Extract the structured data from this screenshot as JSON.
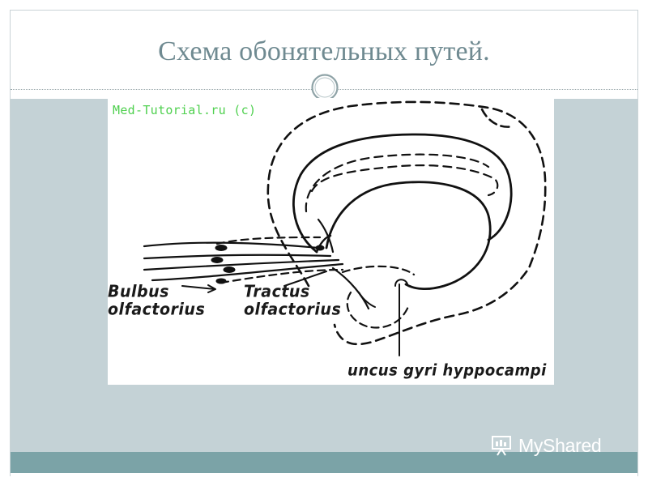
{
  "slide": {
    "title": "Схема обонятельных путей."
  },
  "diagram": {
    "watermark": "Med-Tutorial.ru (c)",
    "labels": {
      "bulbus_line1": "Bulbus",
      "bulbus_line2": "olfactorius",
      "tractus_line1": "Tractus",
      "tractus_line2": "olfactorius",
      "uncus": "uncus gyri hyppocampi"
    }
  },
  "footer": {
    "brand": "MyShared",
    "brand_icon": "projector-screen-icon"
  },
  "colors": {
    "title": "#6f8a91",
    "panel": "#c4d2d6",
    "footer_band": "#7ba3a7",
    "watermark": "#4fd04f"
  }
}
